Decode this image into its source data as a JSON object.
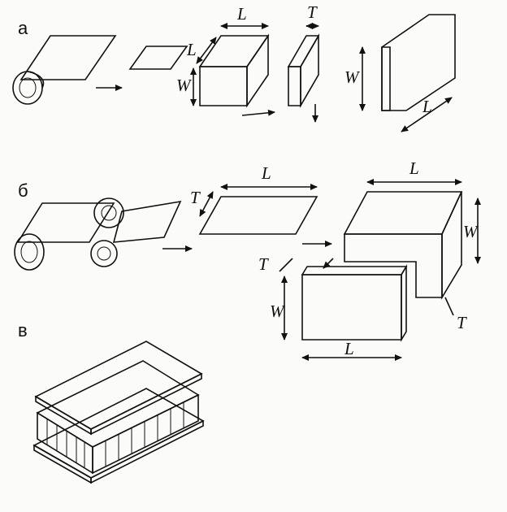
{
  "panels": [
    {
      "label": "а"
    },
    {
      "label": "б"
    },
    {
      "label": "в"
    }
  ],
  "dimensions": {
    "a": {
      "L_top": "L",
      "L_side": "L",
      "W_stack": "W",
      "T_slice": "T",
      "W_block": "W",
      "L_block": "L"
    },
    "b": {
      "T_left": "T",
      "L_left": "L",
      "L_right": "L",
      "W_right": "W",
      "T_right": "T",
      "T_core": "T",
      "W_core": "W",
      "L_core": "L"
    }
  },
  "colors": {
    "ink": "#111111",
    "paper": "#fbfbf9",
    "fill": "#ffffff"
  }
}
